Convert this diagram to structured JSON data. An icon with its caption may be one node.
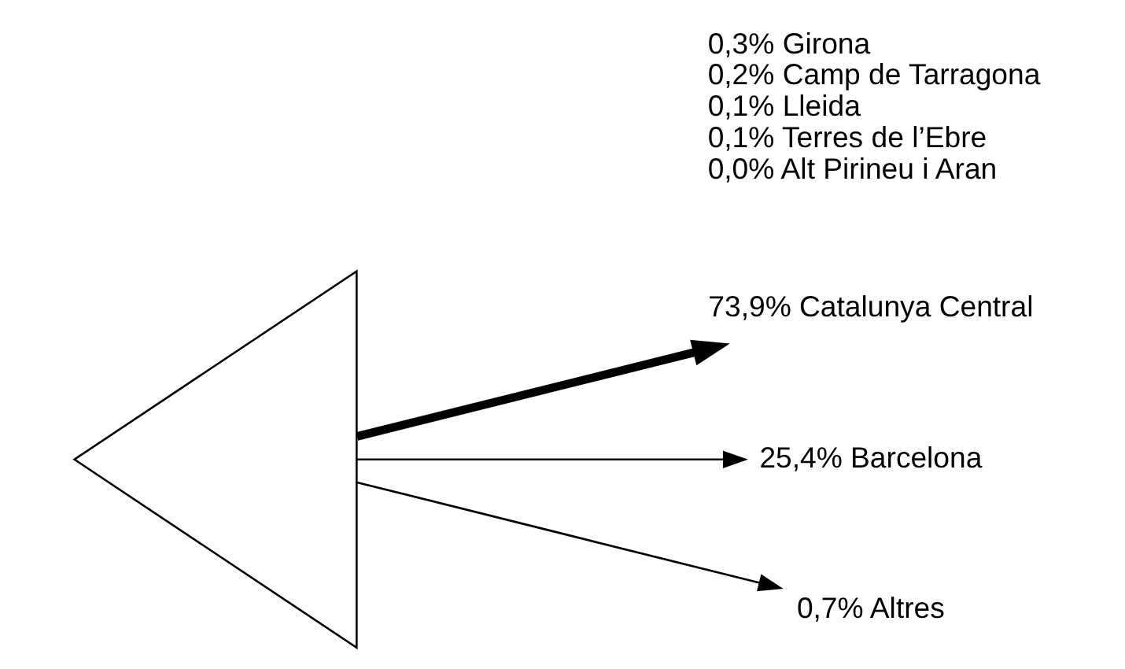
{
  "diagram": {
    "nodes": [
      {
        "text": [],
        "shape": "triangle"
      },
      {
        "text": [
          "73,9% Catalunya Central"
        ]
      },
      {
        "text": [
          "25,4% Barcelona"
        ]
      },
      {
        "text": [
          "0,7% Altres"
        ]
      }
    ],
    "edges": [
      {
        "from": 0,
        "to": 1,
        "arrow": "to",
        "style": "thick"
      },
      {
        "from": 0,
        "to": 2,
        "arrow": "to"
      },
      {
        "from": 0,
        "to": 3,
        "arrow": "to"
      }
    ],
    "labels": [
      "0,3% Girona",
      "0,2% Camp de Tarragona",
      "0,1% Lleida",
      "0,1% Terres de l’Ebre",
      "0,0% Alt Pirineu i Aran"
    ]
  }
}
